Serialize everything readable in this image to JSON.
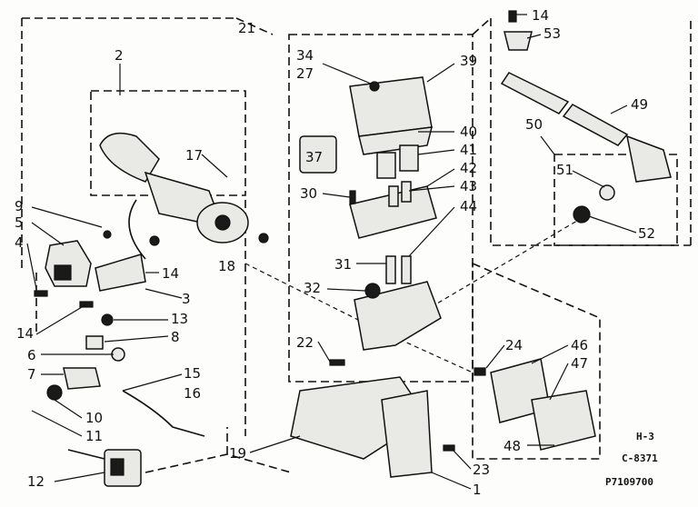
{
  "callouts": [
    {
      "id": "c1",
      "text": "1"
    },
    {
      "id": "c2",
      "text": "2"
    },
    {
      "id": "c3",
      "text": "3"
    },
    {
      "id": "c4",
      "text": "4"
    },
    {
      "id": "c5",
      "text": "5"
    },
    {
      "id": "c6",
      "text": "6"
    },
    {
      "id": "c7",
      "text": "7"
    },
    {
      "id": "c8",
      "text": "8"
    },
    {
      "id": "c9",
      "text": "9"
    },
    {
      "id": "c10",
      "text": "10"
    },
    {
      "id": "c11",
      "text": "11"
    },
    {
      "id": "c12",
      "text": "12"
    },
    {
      "id": "c13",
      "text": "13"
    },
    {
      "id": "c14a",
      "text": "14"
    },
    {
      "id": "c14b",
      "text": "14"
    },
    {
      "id": "c14c",
      "text": "14"
    },
    {
      "id": "c15",
      "text": "15"
    },
    {
      "id": "c16",
      "text": "16"
    },
    {
      "id": "c17",
      "text": "17"
    },
    {
      "id": "c18",
      "text": "18"
    },
    {
      "id": "c19",
      "text": "19"
    },
    {
      "id": "c21",
      "text": "21"
    },
    {
      "id": "c22",
      "text": "22"
    },
    {
      "id": "c23",
      "text": "23"
    },
    {
      "id": "c24",
      "text": "24"
    },
    {
      "id": "c27",
      "text": "27"
    },
    {
      "id": "c30",
      "text": "30"
    },
    {
      "id": "c31",
      "text": "31"
    },
    {
      "id": "c32",
      "text": "32"
    },
    {
      "id": "c34",
      "text": "34"
    },
    {
      "id": "c37",
      "text": "37"
    },
    {
      "id": "c39",
      "text": "39"
    },
    {
      "id": "c40",
      "text": "40"
    },
    {
      "id": "c41",
      "text": "41"
    },
    {
      "id": "c42",
      "text": "42"
    },
    {
      "id": "c43",
      "text": "43"
    },
    {
      "id": "c44",
      "text": "44"
    },
    {
      "id": "c46",
      "text": "46"
    },
    {
      "id": "c47",
      "text": "47"
    },
    {
      "id": "c48",
      "text": "48"
    },
    {
      "id": "c49",
      "text": "49"
    },
    {
      "id": "c50",
      "text": "50"
    },
    {
      "id": "c51",
      "text": "51"
    },
    {
      "id": "c52",
      "text": "52"
    },
    {
      "id": "c53",
      "text": "53"
    }
  ],
  "sheet_code": "H-3",
  "drawing_code": "C-8371",
  "part_number": "P7109700"
}
